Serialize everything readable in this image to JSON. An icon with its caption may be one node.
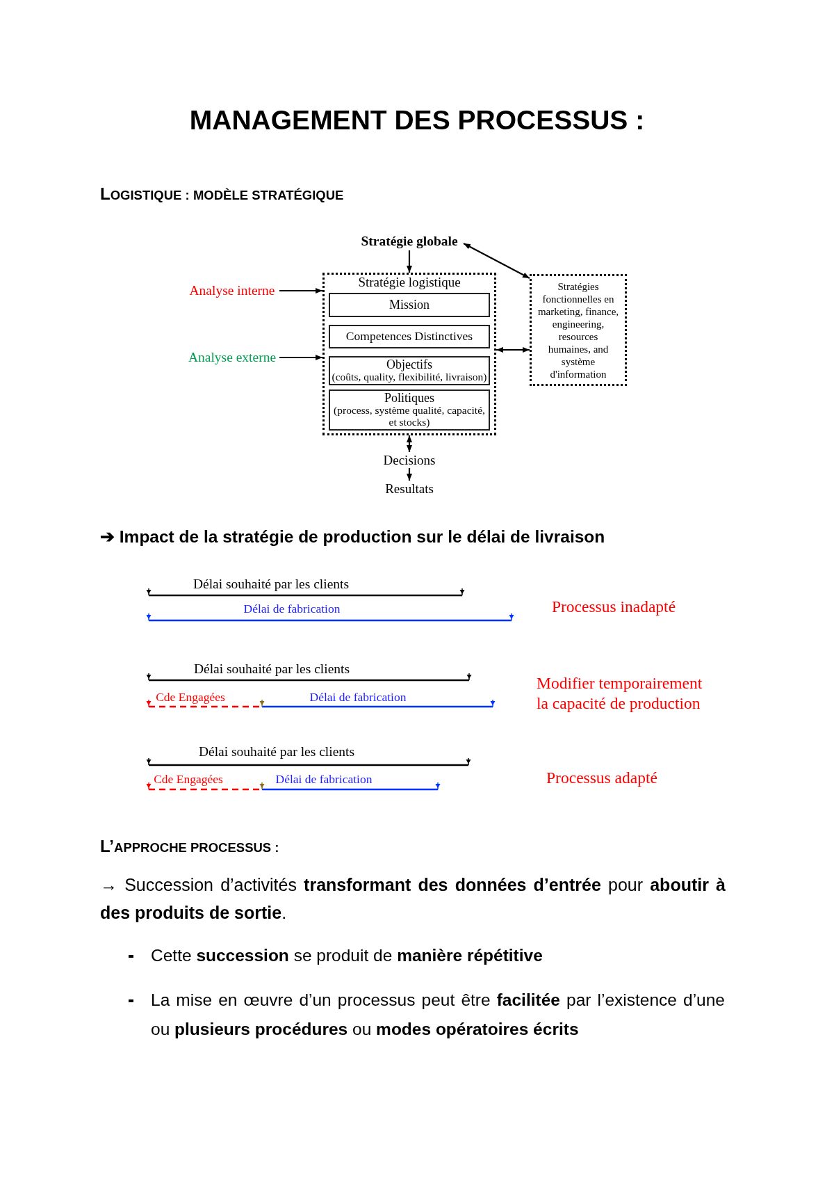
{
  "diagram": {
    "title": "MANAGEMENT DES PROCESSUS :",
    "nodes": [
      {
        "text": [
          "Stratégie globale"
        ]
      },
      {
        "text": [
          "Stratégie logistique"
        ]
      },
      {
        "text": [
          "Mission"
        ],
        "in": 1
      },
      {
        "text": [
          "Competences Distinctives"
        ],
        "in": 1
      },
      {
        "text": [
          "Objectifs",
          "(coûts, quality, flexibilité, livraison)"
        ],
        "in": 1
      },
      {
        "text": [
          "Politiques",
          "(process, système qualité, capacité, et stocks)"
        ],
        "in": 1
      },
      {
        "text": [
          "Stratégies fonctionnelles en marketing, finance, engineering, resources humaines, and système d'information"
        ]
      },
      {
        "text": [
          "Analyse interne"
        ]
      },
      {
        "text": [
          "Analyse externe"
        ]
      },
      {
        "text": [
          "Decisions"
        ]
      },
      {
        "text": [
          "Resultats"
        ]
      }
    ],
    "edges": [
      {
        "from": 0,
        "to": 1,
        "arrow": "to"
      },
      {
        "from": 0,
        "to": 6,
        "arrow": "both"
      },
      {
        "from": 1,
        "to": 6,
        "arrow": "both"
      },
      {
        "from": 7,
        "to": 1,
        "arrow": "to"
      },
      {
        "from": 8,
        "to": 1,
        "arrow": "to"
      },
      {
        "from": 1,
        "to": 9,
        "arrow": "both"
      },
      {
        "from": 9,
        "to": 10,
        "arrow": "to"
      }
    ],
    "labels": [
      "LOGISTIQUE : MODÈLE STRATÉGIQUE",
      "➔ Impact de la stratégie de production sur le délai de livraison",
      "Délai souhaité par les clients",
      "Délai de fabrication",
      "Processus inadapté",
      "Délai souhaité par les clients",
      "Cde Engagées",
      "Délai de fabrication",
      "Modifier temporairement la capacité de production",
      "Délai souhaité par les clients",
      "Cde Engagées",
      "Délai de fabrication",
      "Processus adapté",
      "L’APPROCHE PROCESSUS :",
      "→ Succession d’activités **transformant des données d’entrée** pour **aboutir à des produits de sortie**.",
      "Cette **succession** se produit de **manière répétitive**",
      "La mise en œuvre d’un processus peut être **facilitée** par l’existence d’une ou **plusieurs procédures** ou **modes opératoires écrits**"
    ]
  }
}
